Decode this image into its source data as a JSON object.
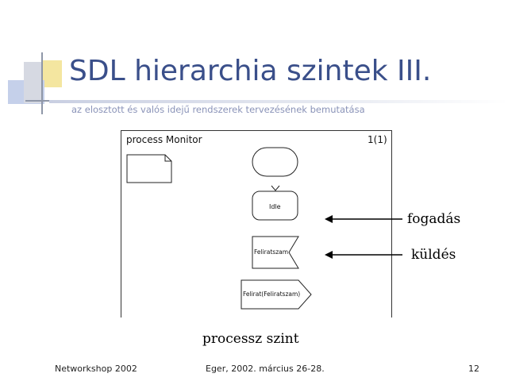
{
  "slide": {
    "title": "SDL hierarchia szintek III.",
    "subtitle": "az elosztott és valós idejű rendszerek tervezésének bemutatása"
  },
  "diagram": {
    "header_left": "process Monitor",
    "header_right": "1(1)",
    "state_label": "Idle",
    "input_signal": "Feliratszam",
    "output_signal": "Felirat(Feliratszam)",
    "caption": "processz szint"
  },
  "annotations": {
    "receive": "fogadás",
    "send": "küldés"
  },
  "footer": {
    "left": "Networkshop 2002",
    "center": "Eger, 2002. március 26-28.",
    "page_number": "12"
  },
  "colors": {
    "title": "#3a4f8a",
    "subtitle": "#8a93b8",
    "accent_blue": "#a8b8dc",
    "accent_yellow": "#f4e6a0"
  }
}
